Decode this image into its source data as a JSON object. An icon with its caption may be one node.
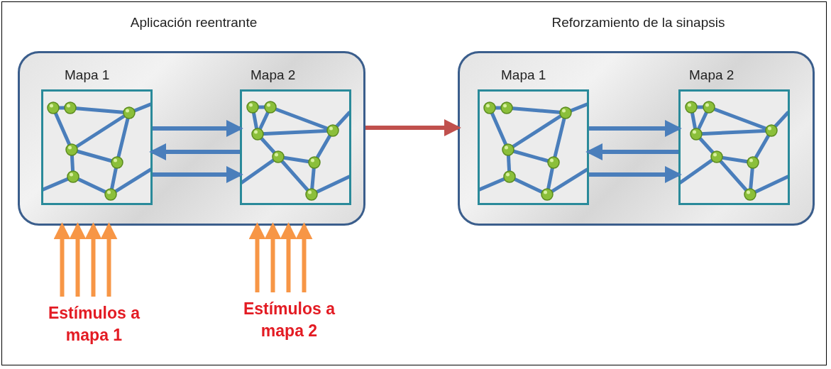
{
  "diagram": {
    "nodes": [
      {
        "text": [
          "Aplicación reentrante"
        ]
      },
      {
        "text": [
          "Mapa 1"
        ],
        "in": 0
      },
      {
        "text": [
          "Mapa 2"
        ],
        "in": 0
      },
      {
        "text": [
          "Reforzamiento de la sinapsis"
        ]
      },
      {
        "text": [
          "Mapa 1"
        ],
        "in": 3
      },
      {
        "text": [
          "Mapa 2"
        ],
        "in": 3
      },
      {
        "text": [
          "Estímulos a mapa 1"
        ]
      },
      {
        "text": [
          "Estímulos a mapa 2"
        ]
      }
    ],
    "edges": [
      {
        "from": 1,
        "to": 2,
        "arrow": "to",
        "color": "#4a7ebb"
      },
      {
        "from": 2,
        "to": 1,
        "arrow": "to",
        "color": "#4a7ebb"
      },
      {
        "from": 1,
        "to": 2,
        "arrow": "to",
        "color": "#4a7ebb"
      },
      {
        "from": 0,
        "to": 3,
        "arrow": "to",
        "color": "#c0504d"
      },
      {
        "from": 4,
        "to": 5,
        "arrow": "to",
        "color": "#4a7ebb"
      },
      {
        "from": 5,
        "to": 4,
        "arrow": "to",
        "color": "#4a7ebb"
      },
      {
        "from": 4,
        "to": 5,
        "arrow": "to",
        "color": "#4a7ebb"
      },
      {
        "from": 6,
        "to": 0,
        "arrow": "to",
        "color": "#f79646"
      },
      {
        "from": 6,
        "to": 0,
        "arrow": "to",
        "color": "#f79646"
      },
      {
        "from": 6,
        "to": 0,
        "arrow": "to",
        "color": "#f79646"
      },
      {
        "from": 6,
        "to": 0,
        "arrow": "to",
        "color": "#f79646"
      },
      {
        "from": 7,
        "to": 0,
        "arrow": "to",
        "color": "#f79646"
      },
      {
        "from": 7,
        "to": 0,
        "arrow": "to",
        "color": "#f79646"
      },
      {
        "from": 7,
        "to": 0,
        "arrow": "to",
        "color": "#f79646"
      },
      {
        "from": 7,
        "to": 0,
        "arrow": "to",
        "color": "#f79646"
      }
    ]
  }
}
